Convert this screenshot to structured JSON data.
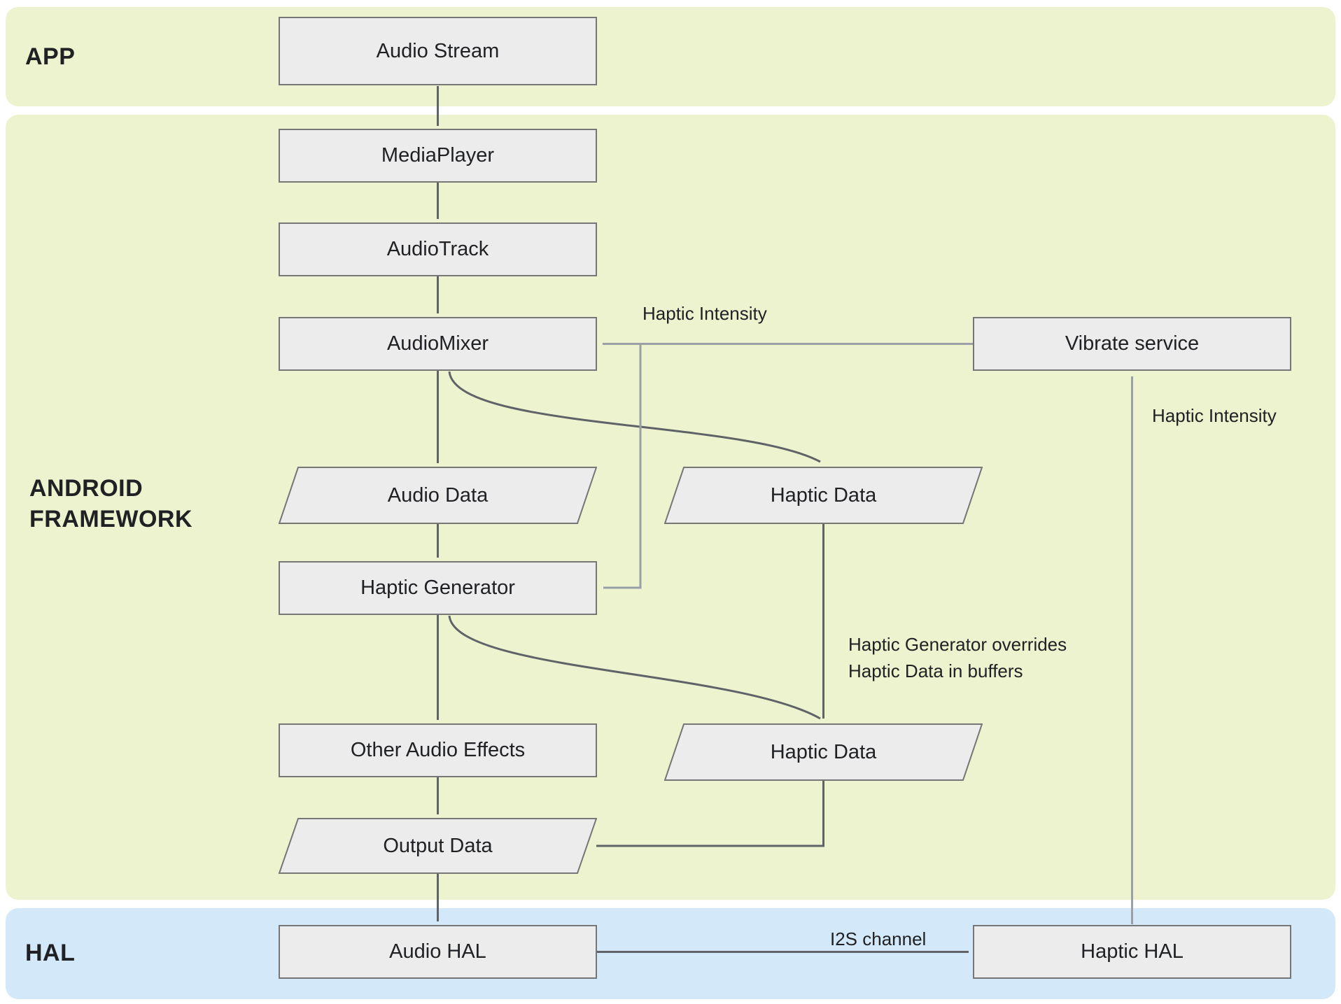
{
  "bands": {
    "app": {
      "label": "APP"
    },
    "framework": {
      "label": "ANDROID\nFRAMEWORK"
    },
    "hal": {
      "label": "HAL"
    }
  },
  "nodes": {
    "audio_stream": {
      "label": "Audio Stream",
      "shape": "rect"
    },
    "media_player": {
      "label": "MediaPlayer",
      "shape": "rect"
    },
    "audio_track": {
      "label": "AudioTrack",
      "shape": "rect"
    },
    "audio_mixer": {
      "label": "AudioMixer",
      "shape": "rect"
    },
    "vibrate_service": {
      "label": "Vibrate service",
      "shape": "rect"
    },
    "audio_data": {
      "label": "Audio Data",
      "shape": "parallelogram"
    },
    "haptic_data_1": {
      "label": "Haptic Data",
      "shape": "parallelogram"
    },
    "haptic_generator": {
      "label": "Haptic Generator",
      "shape": "rect"
    },
    "other_audio_effects": {
      "label": "Other Audio Effects",
      "shape": "rect"
    },
    "haptic_data_2": {
      "label": "Haptic Data",
      "shape": "parallelogram"
    },
    "output_data": {
      "label": "Output Data",
      "shape": "parallelogram"
    },
    "audio_hal": {
      "label": "Audio HAL",
      "shape": "rect"
    },
    "haptic_hal": {
      "label": "Haptic HAL",
      "shape": "rect"
    }
  },
  "edge_labels": {
    "haptic_intensity_mixer": "Haptic Intensity",
    "haptic_intensity_vibrate": "Haptic Intensity",
    "override_note": "Haptic Generator overrides\nHaptic Data in buffers",
    "i2s_channel": "I2S channel"
  },
  "colors": {
    "band_green": "#edf3cf",
    "band_blue": "#d3e8f8",
    "node_fill": "#ececec",
    "node_border": "#767676",
    "arrow_dark": "#5f6368",
    "arrow_gray": "#9aa0a6",
    "text_color": "#202124"
  }
}
